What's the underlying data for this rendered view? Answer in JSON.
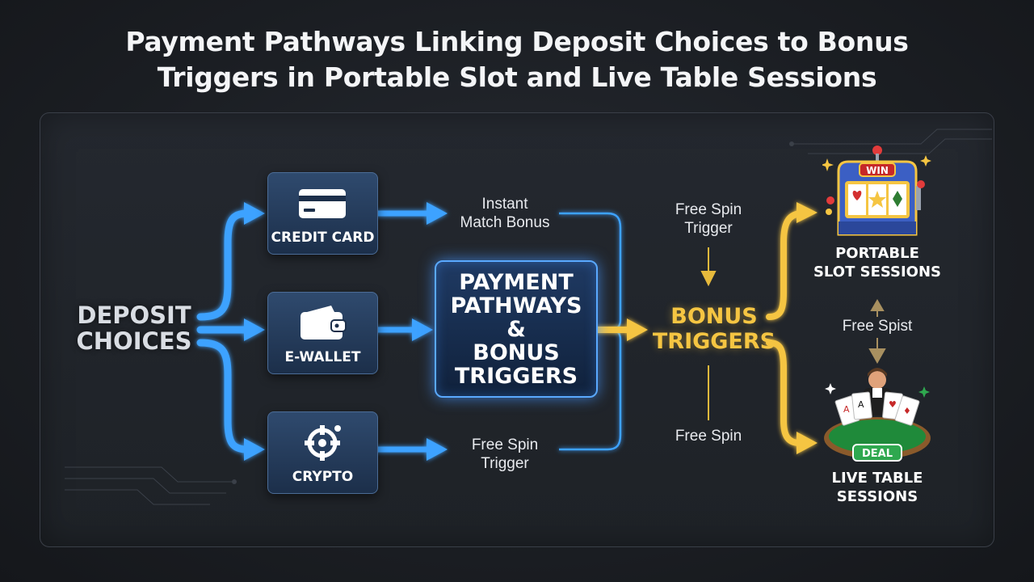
{
  "title": {
    "line1": "Payment Pathways Linking Deposit Choices to Bonus",
    "line2": "Triggers in Portable Slot and Live Table Sessions"
  },
  "deposit": {
    "label": "DEPOSIT\nCHOICES"
  },
  "methods": [
    {
      "label": "CREDIT CARD",
      "icon": "credit-card-icon"
    },
    {
      "label": "E-WALLET",
      "icon": "wallet-icon"
    },
    {
      "label": "CRYPTO",
      "icon": "crypto-icon"
    }
  ],
  "flow_labels": {
    "instant_match": "Instant\nMatch Bonus",
    "free_spin_trigger_left": "Free Spin\nTrigger",
    "free_spin_trigger_top": "Free Spin\nTrigger",
    "free_spin_bottom": "Free Spin",
    "free_spist": "Free Spist"
  },
  "center": {
    "label": "PAYMENT\nPATHWAYS\n&\nBONUS\nTRIGGERS"
  },
  "bonus_triggers": {
    "label": "BONUS\nTRIGGERS"
  },
  "sessions": {
    "slot": {
      "label": "PORTABLE\nSLOT SESSIONS",
      "badge": "WIN",
      "icon": "slot-machine-icon"
    },
    "table": {
      "label": "LIVE TABLE\nSESSIONS",
      "badge": "DEAL",
      "icon": "card-table-icon"
    }
  },
  "colors": {
    "blue_flow": "#3da2ff",
    "gold_flow": "#f5c542",
    "background": "#1b1e23"
  }
}
